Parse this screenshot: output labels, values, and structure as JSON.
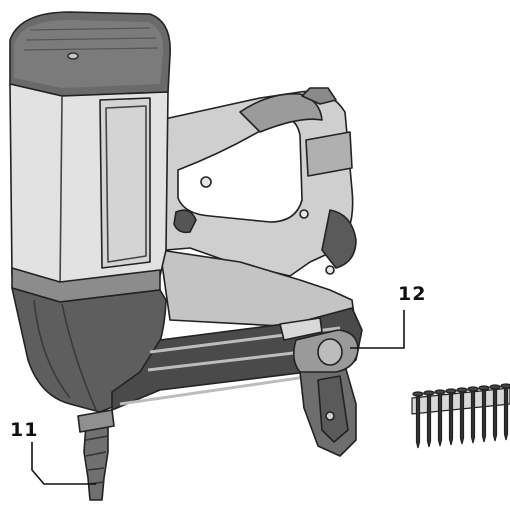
{
  "callouts": [
    {
      "id": "11",
      "label": "11",
      "part": "nose-piece"
    },
    {
      "id": "12",
      "label": "12",
      "part": "magazine-pusher"
    }
  ],
  "colors": {
    "body_light": "#dcdcdc",
    "body_mid": "#b9b9b9",
    "body_dark": "#6a6a6a",
    "body_darker": "#4a4a4a",
    "outline": "#222222",
    "accent_band": "#a9a9a9"
  },
  "icons": [
    "gas-nailer-drawing",
    "nail-strip-drawing",
    "leader-line"
  ]
}
